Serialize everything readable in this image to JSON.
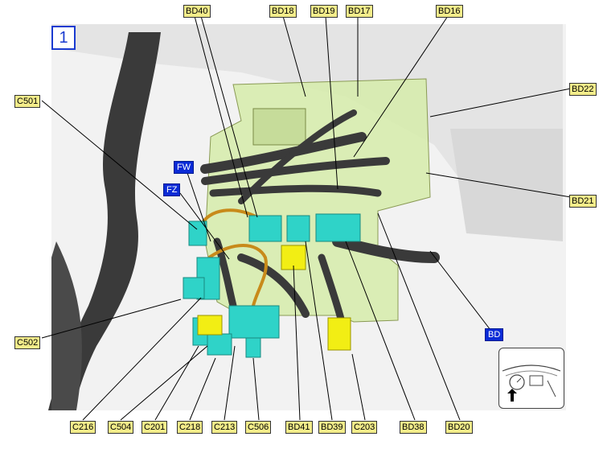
{
  "view_number": "1",
  "labels_top": [
    "BD40",
    "BD18",
    "BD19",
    "BD17",
    "BD16"
  ],
  "labels_right": [
    "BD22",
    "BD21"
  ],
  "labels_left": [
    "C501",
    "C502"
  ],
  "labels_markers": [
    "FW",
    "FZ",
    "BD"
  ],
  "labels_bottom": [
    "C216",
    "C504",
    "C201",
    "C218",
    "C213",
    "C506",
    "BD41",
    "BD39",
    "C203",
    "BD38",
    "BD20"
  ],
  "colors": {
    "label_fill": "#f3ec8a",
    "marker_fill": "#0a2bd6",
    "connector_cyan": "#2fd3c8",
    "connector_yellow": "#f2ee14",
    "bracket_green": "#d6ecaa",
    "harness_dark": "#3a3a3a"
  }
}
